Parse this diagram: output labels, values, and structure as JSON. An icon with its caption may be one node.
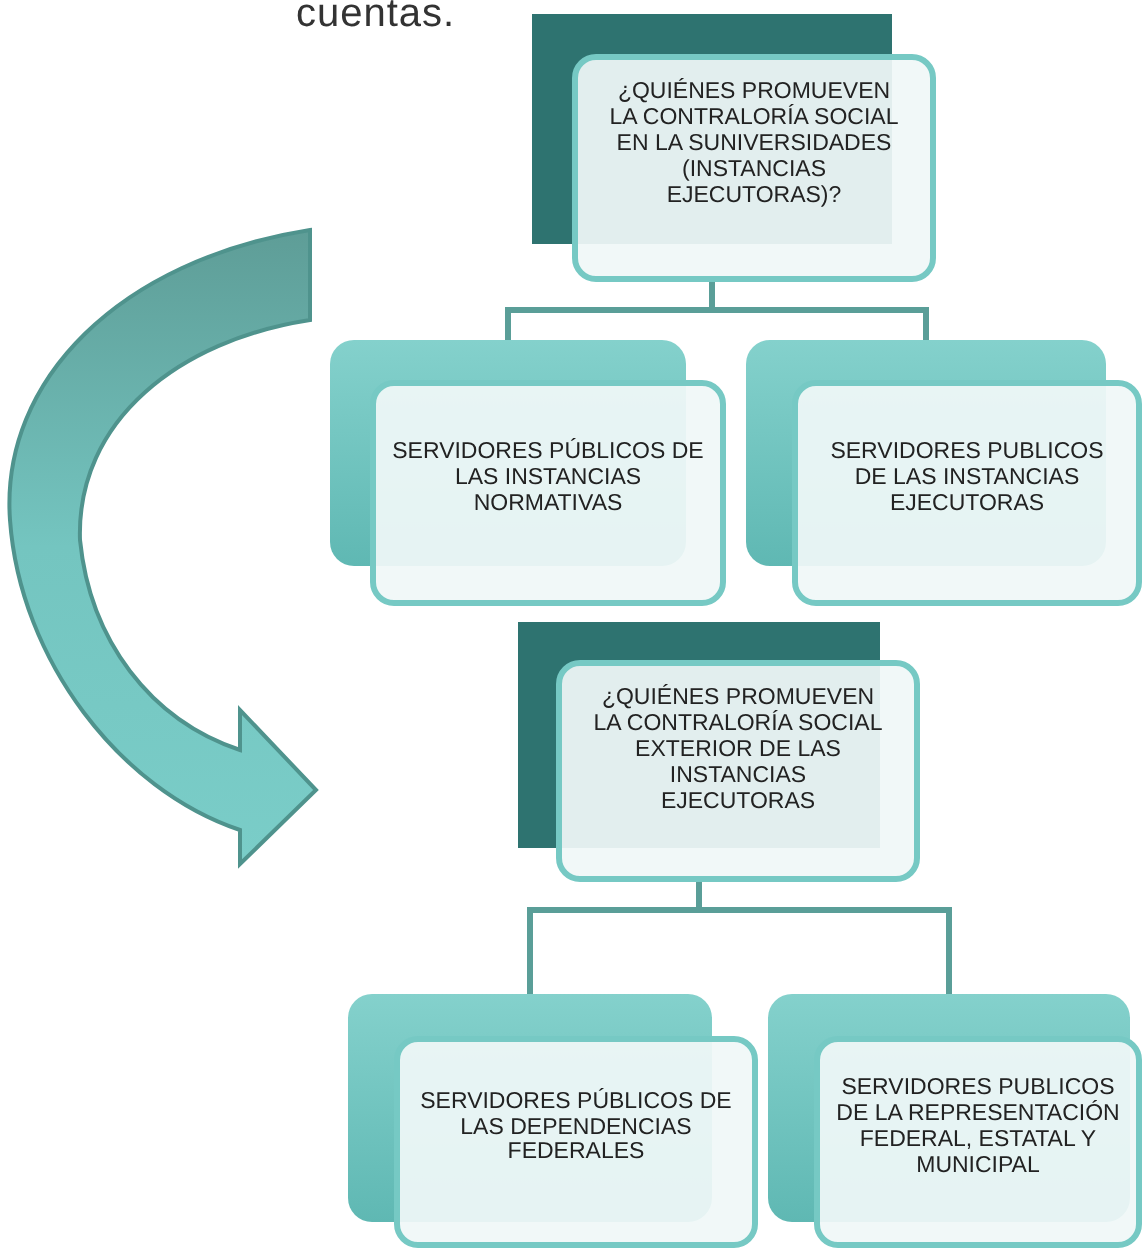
{
  "diagram": {
    "nodes": [
      {
        "text": [
          "¿QUIÉNES PROMUEVEN LA CONTRALORÍA SOCIAL EN LA SUNIVERSIDADES (INSTANCIAS EJECUTORAS)?"
        ]
      },
      {
        "text": [
          "SERVIDORES PÚBLICOS DE LAS INSTANCIAS NORMATIVAS"
        ]
      },
      {
        "text": [
          "SERVIDORES PUBLICOS DE LAS INSTANCIAS EJECUTORAS"
        ]
      },
      {
        "text": [
          "¿QUIÉNES PROMUEVEN LA CONTRALORÍA SOCIAL EXTERIOR DE LAS INSTANCIAS EJECUTORAS"
        ]
      },
      {
        "text": [
          "SERVIDORES PÚBLICOS DE LAS DEPENDENCIAS FEDERALES"
        ]
      },
      {
        "text": [
          "SERVIDORES PUBLICOS DE LA REPRESENTACIÓN FEDERAL, ESTATAL Y MUNICIPAL"
        ]
      }
    ],
    "edges": [
      {
        "from": 0,
        "to": 1,
        "arrow": "none"
      },
      {
        "from": 0,
        "to": 2,
        "arrow": "none"
      },
      {
        "from": 3,
        "to": 4,
        "arrow": "none"
      },
      {
        "from": 3,
        "to": 5,
        "arrow": "none"
      }
    ],
    "labels": [
      "cuentas."
    ]
  }
}
